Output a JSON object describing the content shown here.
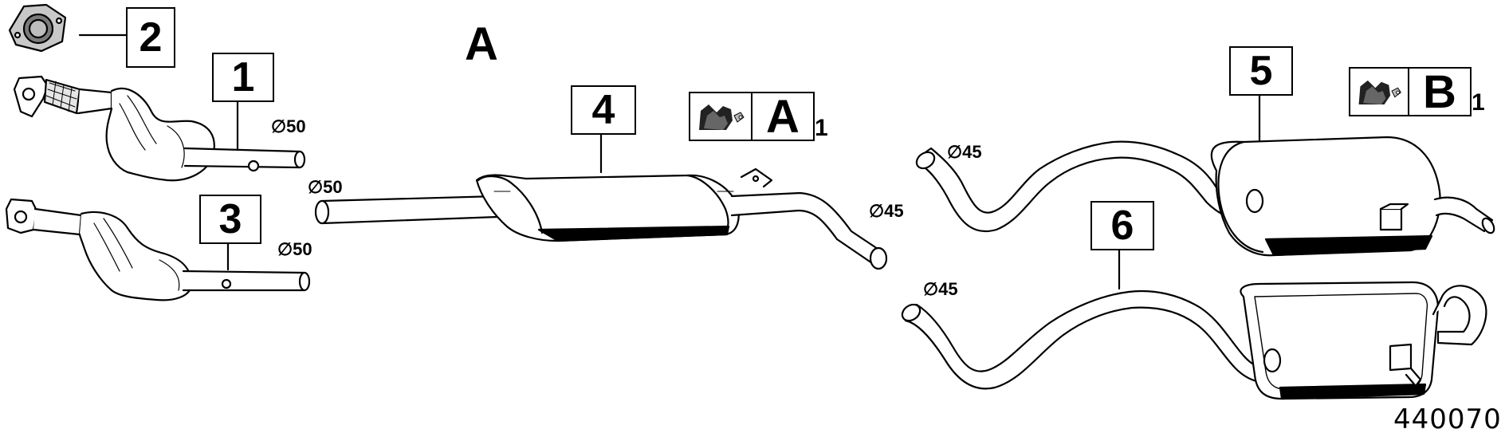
{
  "diagram": {
    "section_label": "A",
    "reference_number": "440070",
    "callouts": [
      {
        "id": "1",
        "label": "1"
      },
      {
        "id": "2",
        "label": "2"
      },
      {
        "id": "3",
        "label": "3"
      },
      {
        "id": "4",
        "label": "4"
      },
      {
        "id": "5",
        "label": "5"
      },
      {
        "id": "6",
        "label": "6"
      }
    ],
    "diameters": {
      "d1": "∅50",
      "d2": "∅50",
      "d3": "∅50",
      "d4": "∅45",
      "d5": "∅45",
      "d6": "∅45"
    },
    "mount_brackets": [
      {
        "letter": "A",
        "subscript": "1",
        "icon": "rubber-mount-icon"
      },
      {
        "letter": "B",
        "subscript": "1",
        "icon": "rubber-mount-icon"
      }
    ]
  }
}
